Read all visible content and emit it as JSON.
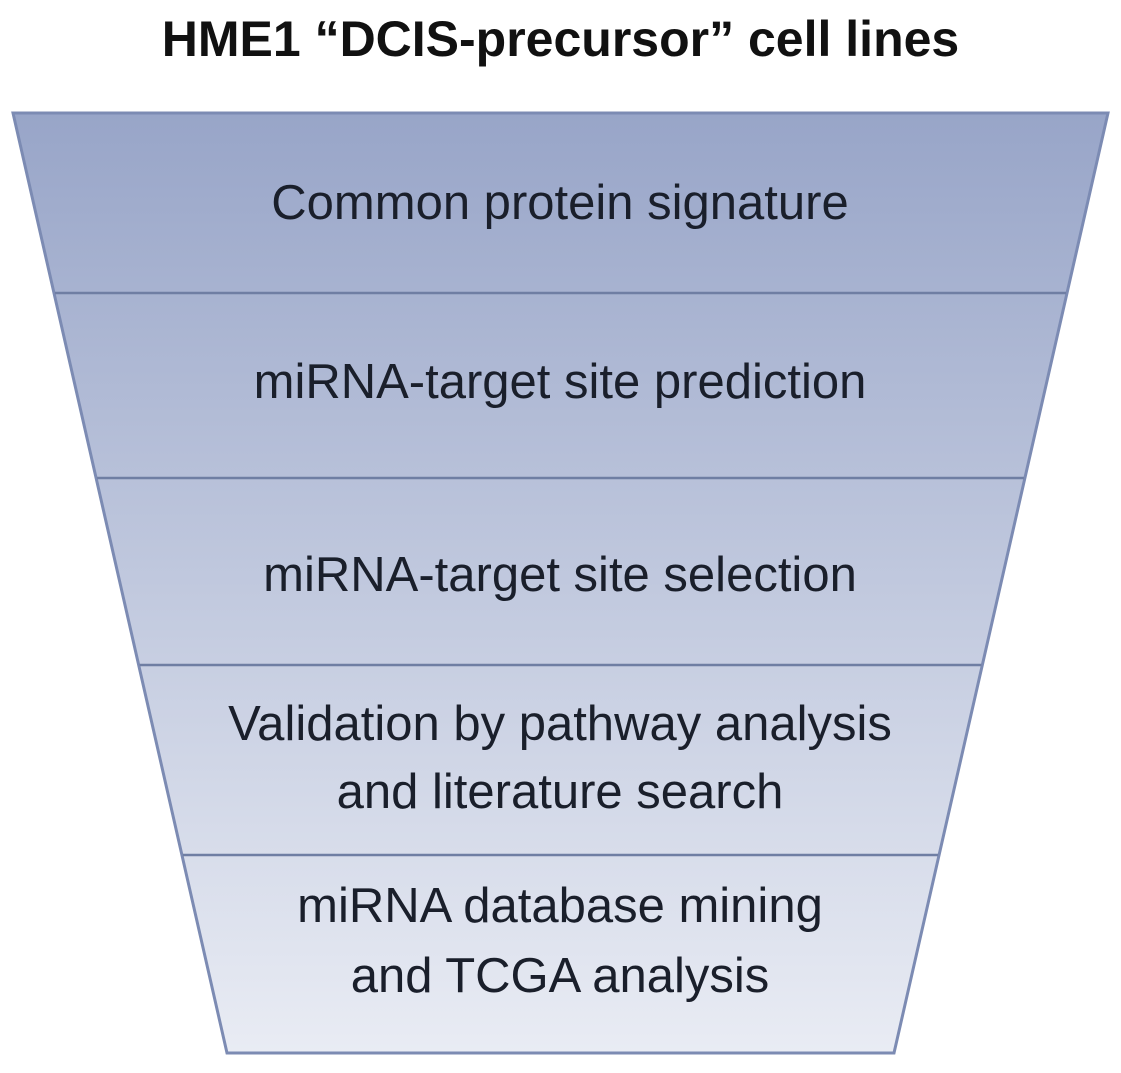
{
  "title": "HME1 “DCIS-precursor” cell lines",
  "stages": [
    {
      "lines": [
        "Common protein signature"
      ]
    },
    {
      "lines": [
        "miRNA-target site prediction"
      ]
    },
    {
      "lines": [
        "miRNA-target site selection"
      ]
    },
    {
      "lines": [
        "Validation by pathway analysis",
        "and literature search"
      ]
    },
    {
      "lines": [
        "miRNA database mining",
        "and TCGA analysis"
      ]
    }
  ],
  "colors": {
    "top_fill": "#98a5c8",
    "bottom_fill": "#e9ecf4",
    "outline": "#7c8bb3",
    "divider": "#6f7ea3",
    "text": "#1a1f2b"
  }
}
